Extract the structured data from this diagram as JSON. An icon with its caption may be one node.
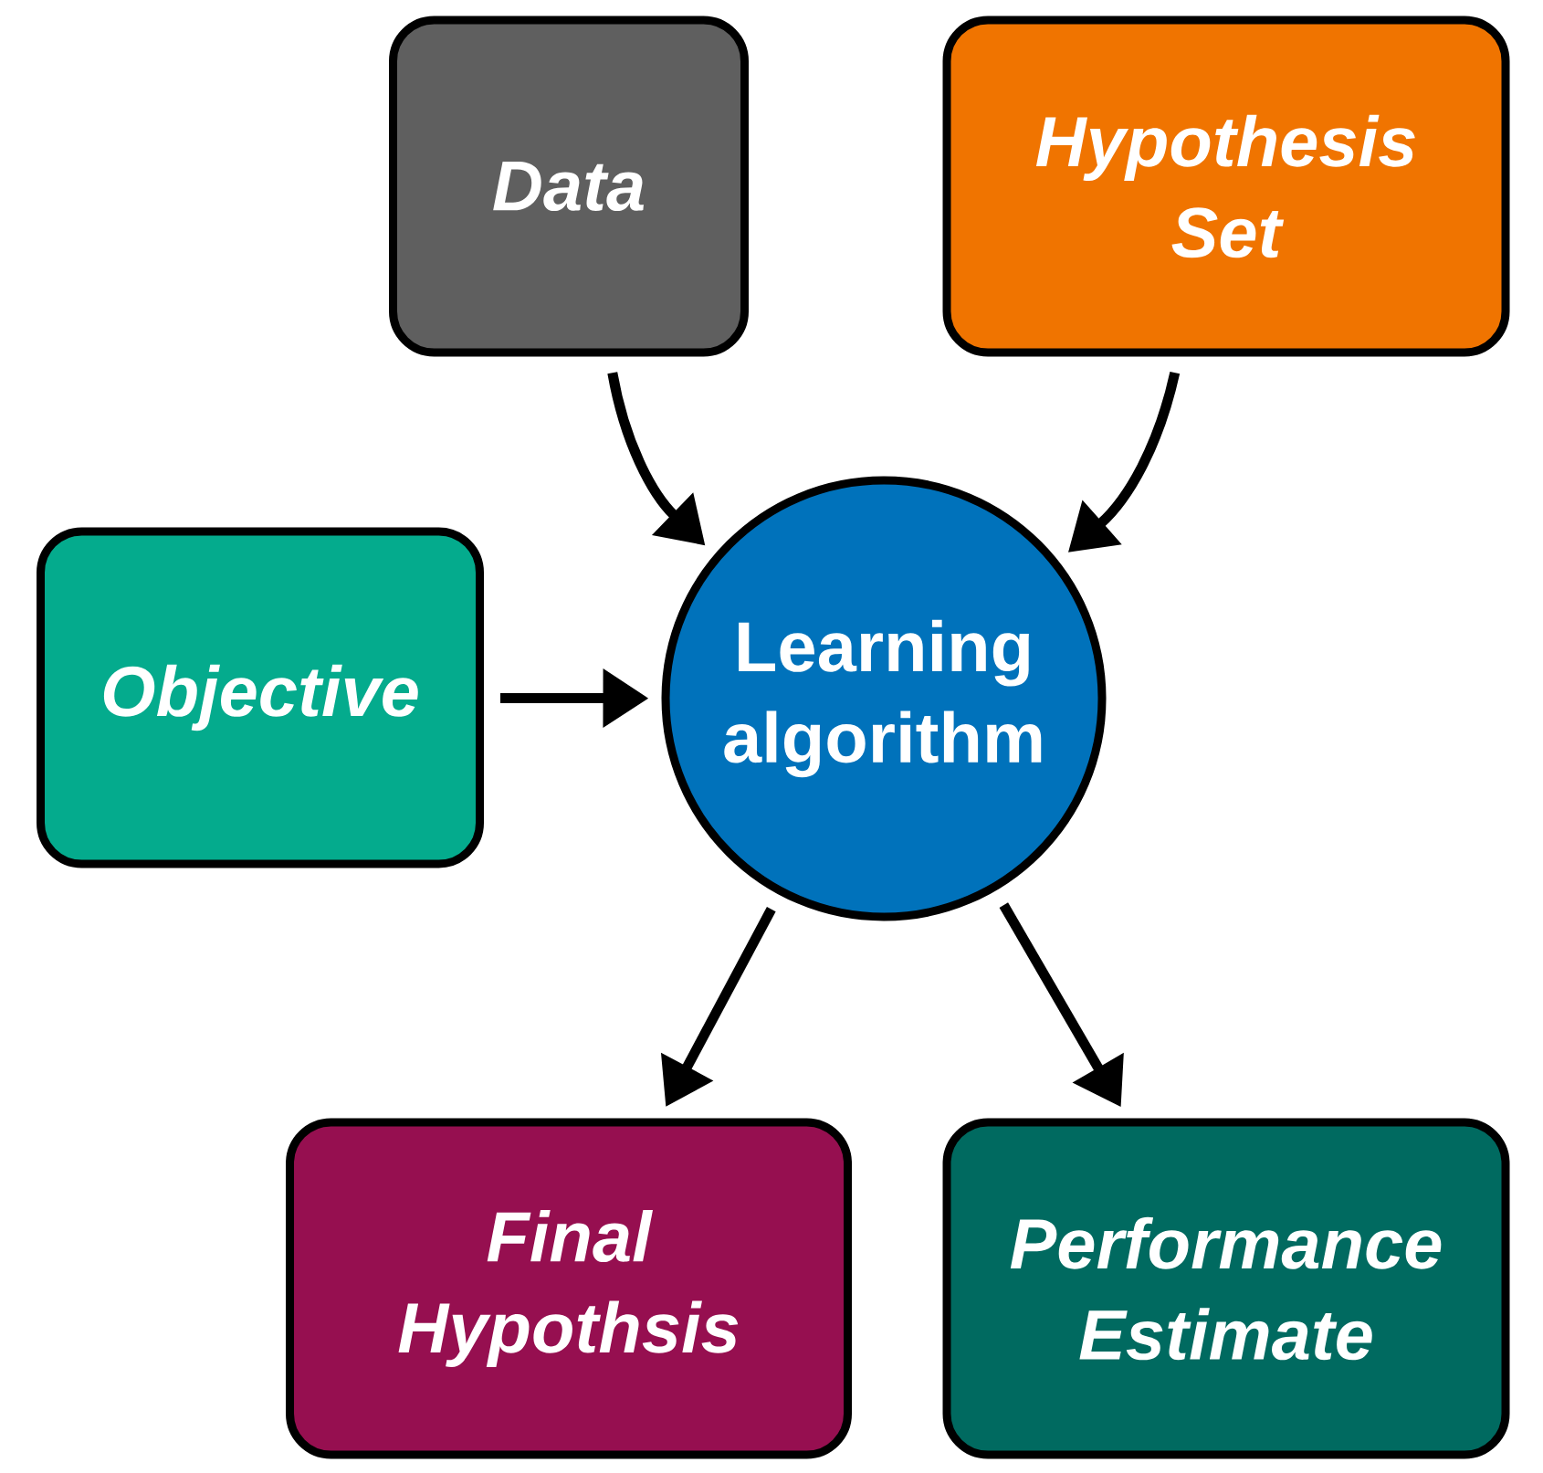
{
  "diagram": {
    "nodes": [
      {
        "text": [
          "Data"
        ]
      },
      {
        "text": [
          "Hypothesis Set"
        ]
      },
      {
        "text": [
          "Objective"
        ]
      },
      {
        "text": [
          "Learning algorithm"
        ]
      },
      {
        "text": [
          "Final Hypothsis"
        ]
      },
      {
        "text": [
          "Performance Estimate"
        ]
      }
    ],
    "edges": [
      {
        "from": 0,
        "to": 3,
        "arrow": "to"
      },
      {
        "from": 1,
        "to": 3,
        "arrow": "to"
      },
      {
        "from": 2,
        "to": 3,
        "arrow": "to"
      },
      {
        "from": 3,
        "to": 4,
        "arrow": "to"
      },
      {
        "from": 3,
        "to": 5,
        "arrow": "to"
      }
    ]
  }
}
